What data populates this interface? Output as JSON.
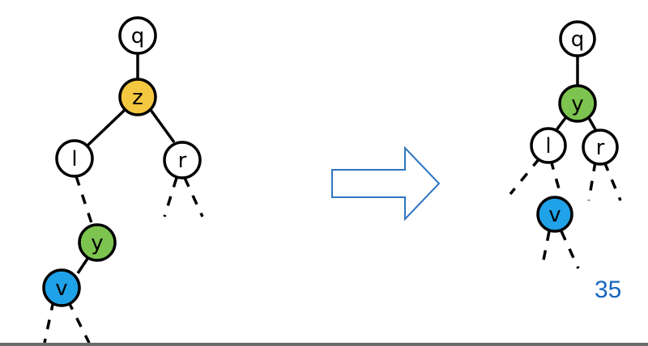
{
  "colors": {
    "z_fill": "#f5c842",
    "y_fill": "#7cc44f",
    "v_fill": "#1fa2e8",
    "plain_fill": "#ffffff",
    "arrow_stroke": "#2e75c2",
    "page_number": "#1565c0"
  },
  "before_tree": {
    "q": "q",
    "z": "z",
    "l": "l",
    "r": "r",
    "y": "y",
    "v": "v"
  },
  "after_tree": {
    "q": "q",
    "y": "y",
    "l": "l",
    "r": "r",
    "v": "v"
  },
  "transform_arrow_icon": "right-arrow-icon",
  "page_number": "35"
}
